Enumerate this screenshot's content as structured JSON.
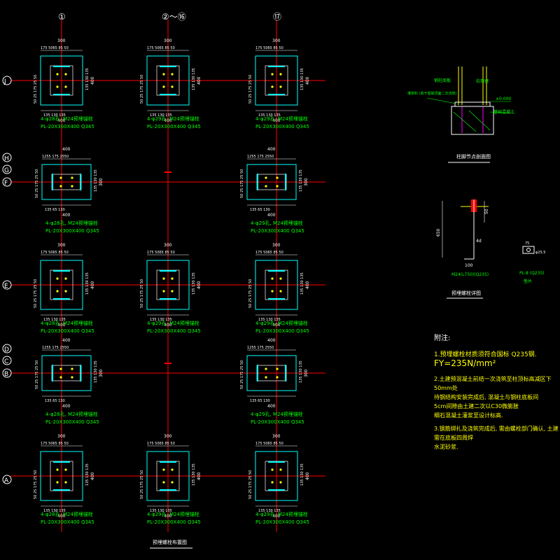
{
  "drawing": {
    "title": "预埋螺栓布置图",
    "grid_labels_top": [
      "①",
      "②～⑯",
      "⑰"
    ],
    "grid_labels_left": [
      "J",
      "H",
      "G",
      "F",
      "E",
      "D",
      "C",
      "B",
      "A"
    ]
  },
  "plates": {
    "callout_29": "4-φ29孔, M24预埋锚栓",
    "callout_28": "4-φ28孔, M24预埋锚栓",
    "spec": "PL-20X300X400 Q345",
    "dim_300": "300",
    "dim_400": "400",
    "dim_chain_top": "175 5065 85 50",
    "dim_chain_alt": "1255 175 2550",
    "dim_chain_bottom": "135 65 130",
    "dim_side": "135 130 135",
    "dim_left": "50 25 175 25 50"
  },
  "section_detail": {
    "title": "柱脚节点剖面图",
    "label_1": "钢柱底板",
    "label_2": "抗剪键",
    "label_3": "灌浆料 (高于基础顶面二次浇筑)",
    "label_4": "±0.000",
    "label_5": "基础混凝土"
  },
  "anchor_detail": {
    "title": "预埋螺栓详图",
    "dim_650": "650",
    "dim_50": "50",
    "dim_100": "100",
    "dim_4d": "4d",
    "bolt_spec": "M24(L750)(Q235)",
    "washer_spec": "PL-8 (Q235)",
    "washer_name": "垫片",
    "washer_dim": "φ25.5",
    "dim_75": "75"
  },
  "notes": {
    "header": "附注:",
    "n1_a": "1.预埋螺栓材质须符合国标 Q235钢.",
    "n1_b": "FY=235N/mm²",
    "n2_a": "2.土建预混凝土前结一次浇筑至柱顶标高减区下50mm处",
    "n2_b": "待钢结构安装完成后, 混凝土与钢柱底板间",
    "n2_c": "5cm间隙由土建二次以C30微膨胀",
    "n2_d": "细石混凝土灌浆至设计标高.",
    "n3_a": "3.钢筋绑扎及浇筑完成后, 需由螺栓部门确认, 土建需在底板四周焊",
    "n3_b": "水泥砂浆."
  },
  "colors": {
    "background": "#000000",
    "axis": "#ff0000",
    "plate": "#00ffff",
    "text": "#00ff00",
    "dimension": "#ffffff",
    "bolt": "#ffff00",
    "grid_bubble": "#ffffff"
  }
}
